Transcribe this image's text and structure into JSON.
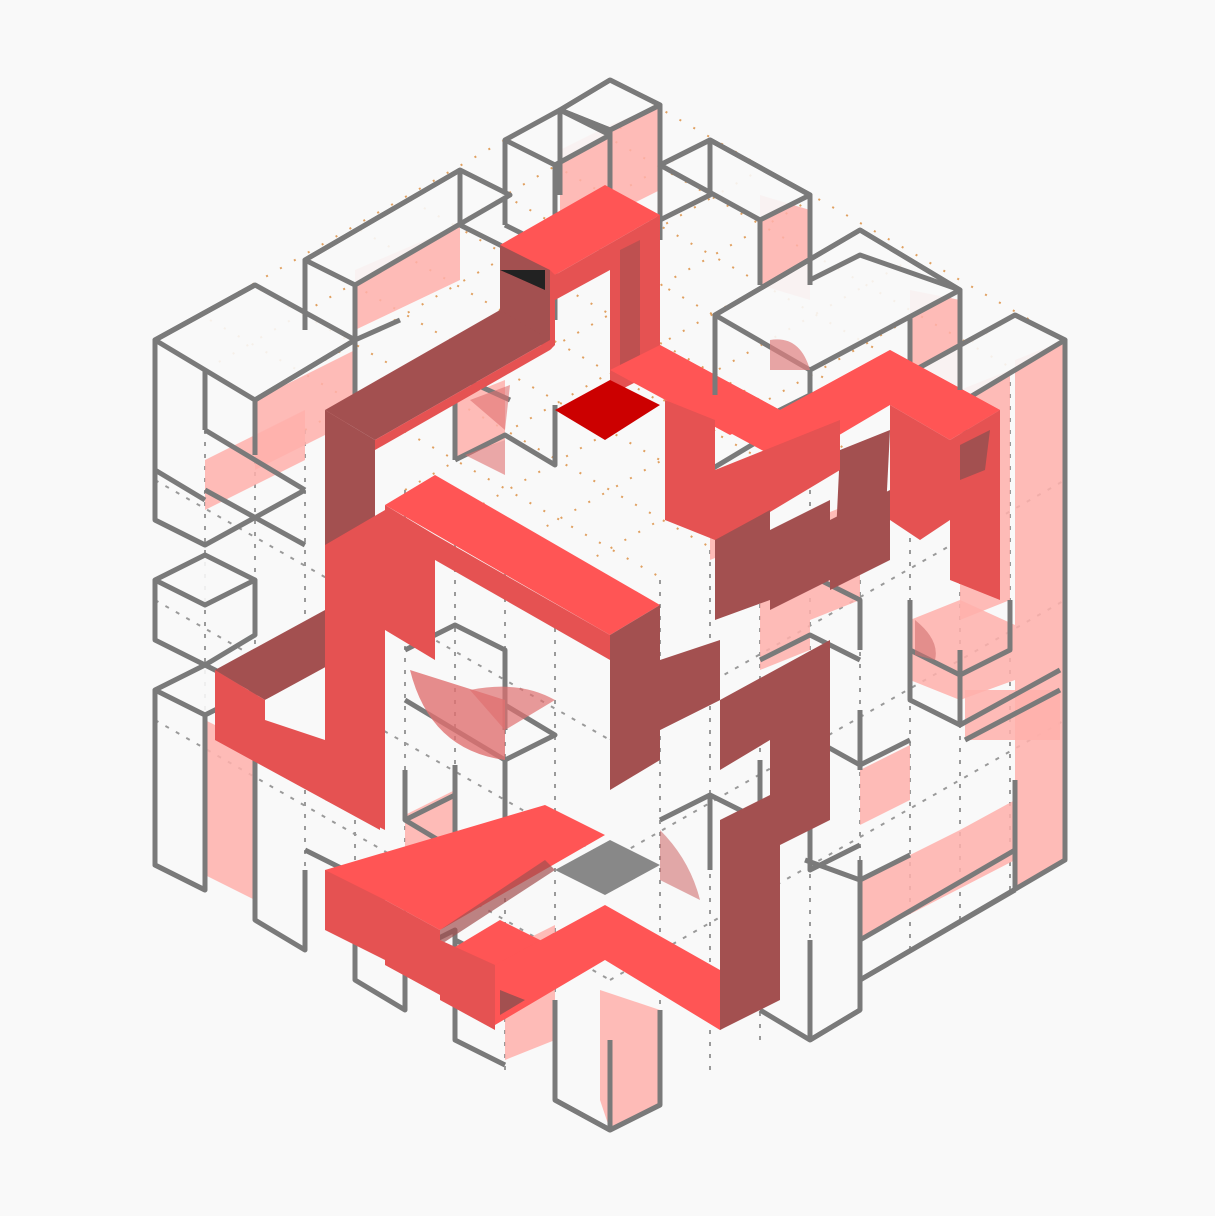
{
  "scene": {
    "kind": "isometric-3d-maze-cube",
    "colors": {
      "background": "#f9f9f9",
      "frame_edge": "#7a7a7a",
      "frame_face": "#f8f8f8",
      "wall_tint": "#ffb0ac",
      "path_top": "#ff5555",
      "path_side": "#e55252",
      "path_shadow": "#a35050",
      "start_marker": "#cc0000",
      "end_marker": "#888888"
    },
    "markers": {
      "start": "start-cell",
      "end": "end-cell"
    }
  }
}
